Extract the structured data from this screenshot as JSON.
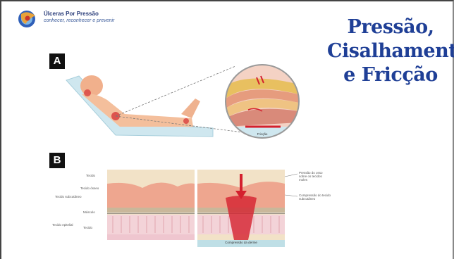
{
  "header": {
    "brand_name": "Úlceras Por Pressão",
    "tagline": "conhecer, reconhecer e prevenir",
    "logo": "brand-logo-icon"
  },
  "title": {
    "line1": "Pressão,",
    "line2": "Cisalhamento",
    "line3": "e Fricção"
  },
  "panel_a": {
    "label": "A",
    "callout_label": "Fricção"
  },
  "panel_b": {
    "label": "B",
    "left_labels": [
      "Tecido",
      "Tecido ósseo",
      "Tecido subcutâneo",
      "Músculo",
      "Tecido epitelial",
      "Tecido"
    ],
    "right_labels": [
      "Pressão do osso sobre os tecidos moles",
      "Compressão do tecido subcutâneo"
    ],
    "bottom_label": "Compressão da derme"
  },
  "colors": {
    "title": "#1f3f96",
    "skin": "#f3c7a5",
    "subcutaneous": "#eeb497",
    "muscle": "#dc8c82",
    "dermis": "#f1d0d6",
    "pressure": "#d4202e",
    "bed": "#cce6ee"
  }
}
